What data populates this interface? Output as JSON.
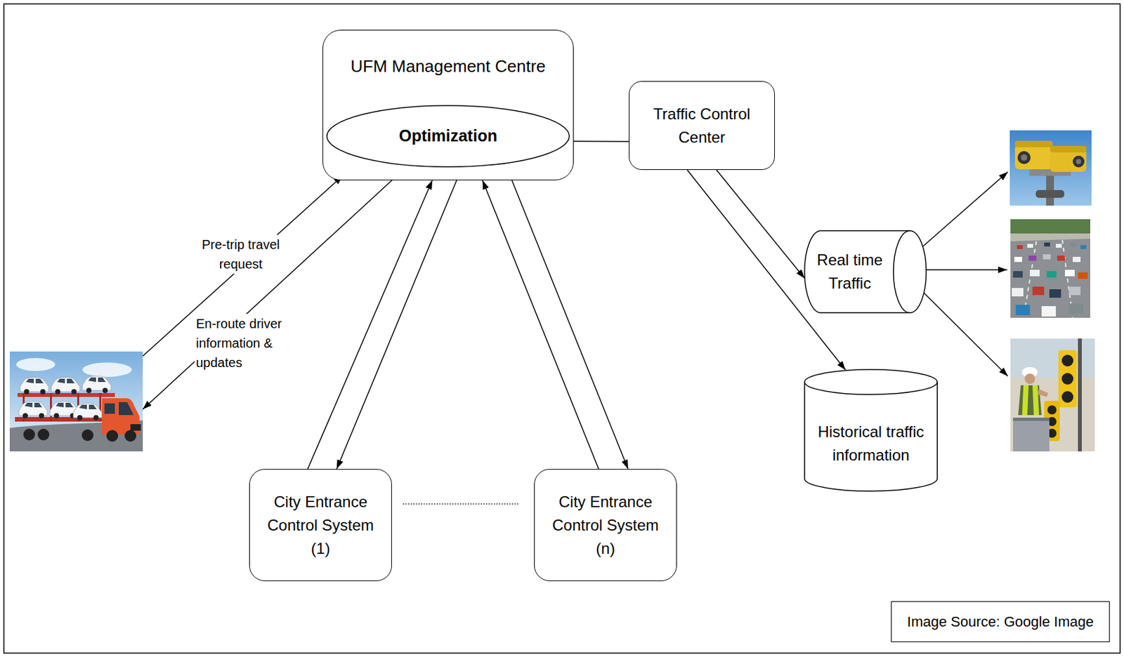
{
  "diagram": {
    "nodes": [
      {
        "text": [
          "UFM Management Centre"
        ]
      },
      {
        "text": [
          "Optimization"
        ],
        "in": 0
      },
      {
        "text": [
          "Traffic Control Center"
        ]
      },
      {
        "text": [
          "Real time Traffic"
        ]
      },
      {
        "text": [
          "Historical traffic information"
        ]
      },
      {
        "text": [
          "City Entrance Control System (1)"
        ]
      },
      {
        "text": [
          "City Entrance Control System (n)"
        ]
      },
      {
        "text": [
          "Image Source: Google Image"
        ]
      }
    ],
    "edges": [
      {
        "from": 0,
        "to": 2,
        "arrow": "none"
      },
      {
        "from": 2,
        "to": 3,
        "arrow": "to"
      },
      {
        "from": 2,
        "to": 4,
        "arrow": "to"
      },
      {
        "from": 5,
        "to": 0,
        "arrow": "to"
      },
      {
        "from": 0,
        "to": 5,
        "arrow": "to"
      },
      {
        "from": 6,
        "to": 0,
        "arrow": "to"
      },
      {
        "from": 0,
        "to": 6,
        "arrow": "to"
      }
    ],
    "labels": [
      "Pre-trip travel request",
      "En-route driver information & updates"
    ]
  }
}
